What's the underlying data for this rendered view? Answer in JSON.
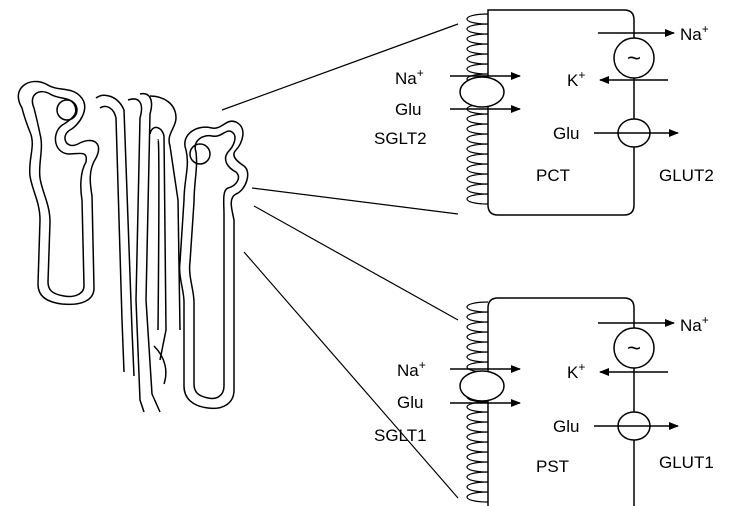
{
  "upper_cell": {
    "name": "PCT",
    "apical_transporter": "SGLT2",
    "basolateral_transporter": "GLUT2",
    "apical_ions": {
      "na": "Na",
      "na_sup": "+",
      "glu": "Glu"
    },
    "pump_out": {
      "na": "Na",
      "na_sup": "+"
    },
    "pump_in": {
      "k": "K",
      "k_sup": "+"
    },
    "basolateral_substrate": "Glu",
    "pump_symbol": "~"
  },
  "lower_cell": {
    "name": "PST",
    "apical_transporter": "SGLT1",
    "basolateral_transporter": "GLUT1",
    "apical_ions": {
      "na": "Na",
      "na_sup": "+",
      "glu": "Glu"
    },
    "pump_out": {
      "na": "Na",
      "na_sup": "+"
    },
    "pump_in": {
      "k": "K",
      "k_sup": "+"
    },
    "basolateral_substrate": "Glu",
    "pump_symbol": "~"
  }
}
